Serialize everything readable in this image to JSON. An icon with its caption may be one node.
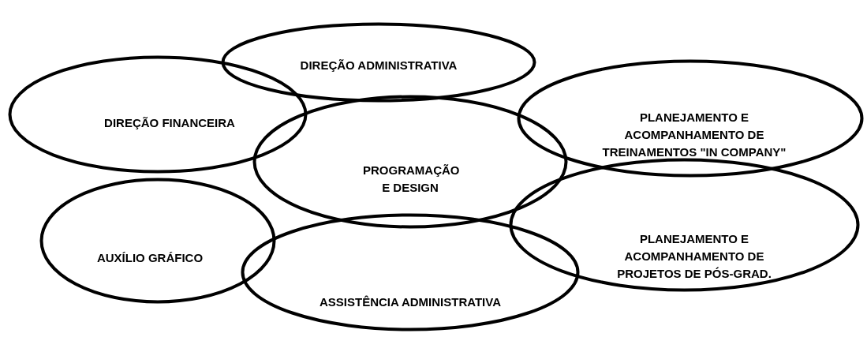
{
  "diagram": {
    "nodes": [
      {
        "text": [
          "DIREÇÃO ADMINISTRATIVA"
        ]
      },
      {
        "text": [
          "DIREÇÃO FINANCEIRA"
        ]
      },
      {
        "text": [
          "PLANEJAMENTO E ACOMPANHAMENTO DE TREINAMENTOS \"IN COMPANY\""
        ]
      },
      {
        "text": [
          "PROGRAMAÇÃO E DESIGN"
        ]
      },
      {
        "text": [
          "PLANEJAMENTO E ACOMPANHAMENTO DE PROJETOS DE PÓS-GRAD."
        ]
      },
      {
        "text": [
          "AUXÍLIO GRÁFICO"
        ]
      },
      {
        "text": [
          "ASSISTÊNCIA ADMINISTRATIVA"
        ]
      }
    ]
  }
}
